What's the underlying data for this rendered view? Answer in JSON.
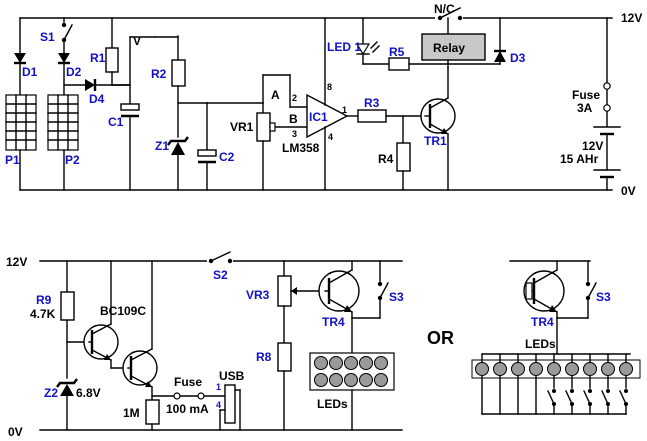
{
  "labels": {
    "v12_top": "12V",
    "v0_top": "0V",
    "nc": "N/C",
    "v_node": "V",
    "s1": "S1",
    "r1": "R1",
    "d1": "D1",
    "d2": "D2",
    "d4": "D4",
    "c1": "C1",
    "p1": "P1",
    "p2": "P2",
    "r2": "R2",
    "z1": "Z1",
    "c2": "C2",
    "vr1": "VR1",
    "pin_a": "A",
    "pin_b": "B",
    "ic1": "IC1",
    "ic_part": "LM358",
    "pin2": "2",
    "pin3": "3",
    "pin8": "8",
    "pin4": "4",
    "pin1": "1",
    "led1": "LED 1",
    "r5": "R5",
    "relay": "Relay",
    "d3": "D3",
    "r3": "R3",
    "r4": "R4",
    "tr1": "TR1",
    "fuse_top": "Fuse",
    "fuse_rating": "3A",
    "batt_v": "12V",
    "batt_cap": "15 AHr",
    "v12_bot": "12V",
    "v0_bot": "0V",
    "r9": "R9",
    "r9_value": "4.7K",
    "bc109c": "BC109C",
    "z2": "Z2",
    "z2_value": "6.8V",
    "r_1m": "1M",
    "fuse_bot": "Fuse",
    "fuse_bot_rating": "100 mA",
    "usb": "USB",
    "usb_pin1": "1",
    "usb_pin4": "4",
    "s2": "S2",
    "vr3": "VR3",
    "r8": "R8",
    "tr4": "TR4",
    "s3": "S3",
    "leds": "LEDs",
    "or": "OR",
    "tr4_alt": "TR4",
    "s3_alt": "S3",
    "leds_alt": "LEDs"
  }
}
